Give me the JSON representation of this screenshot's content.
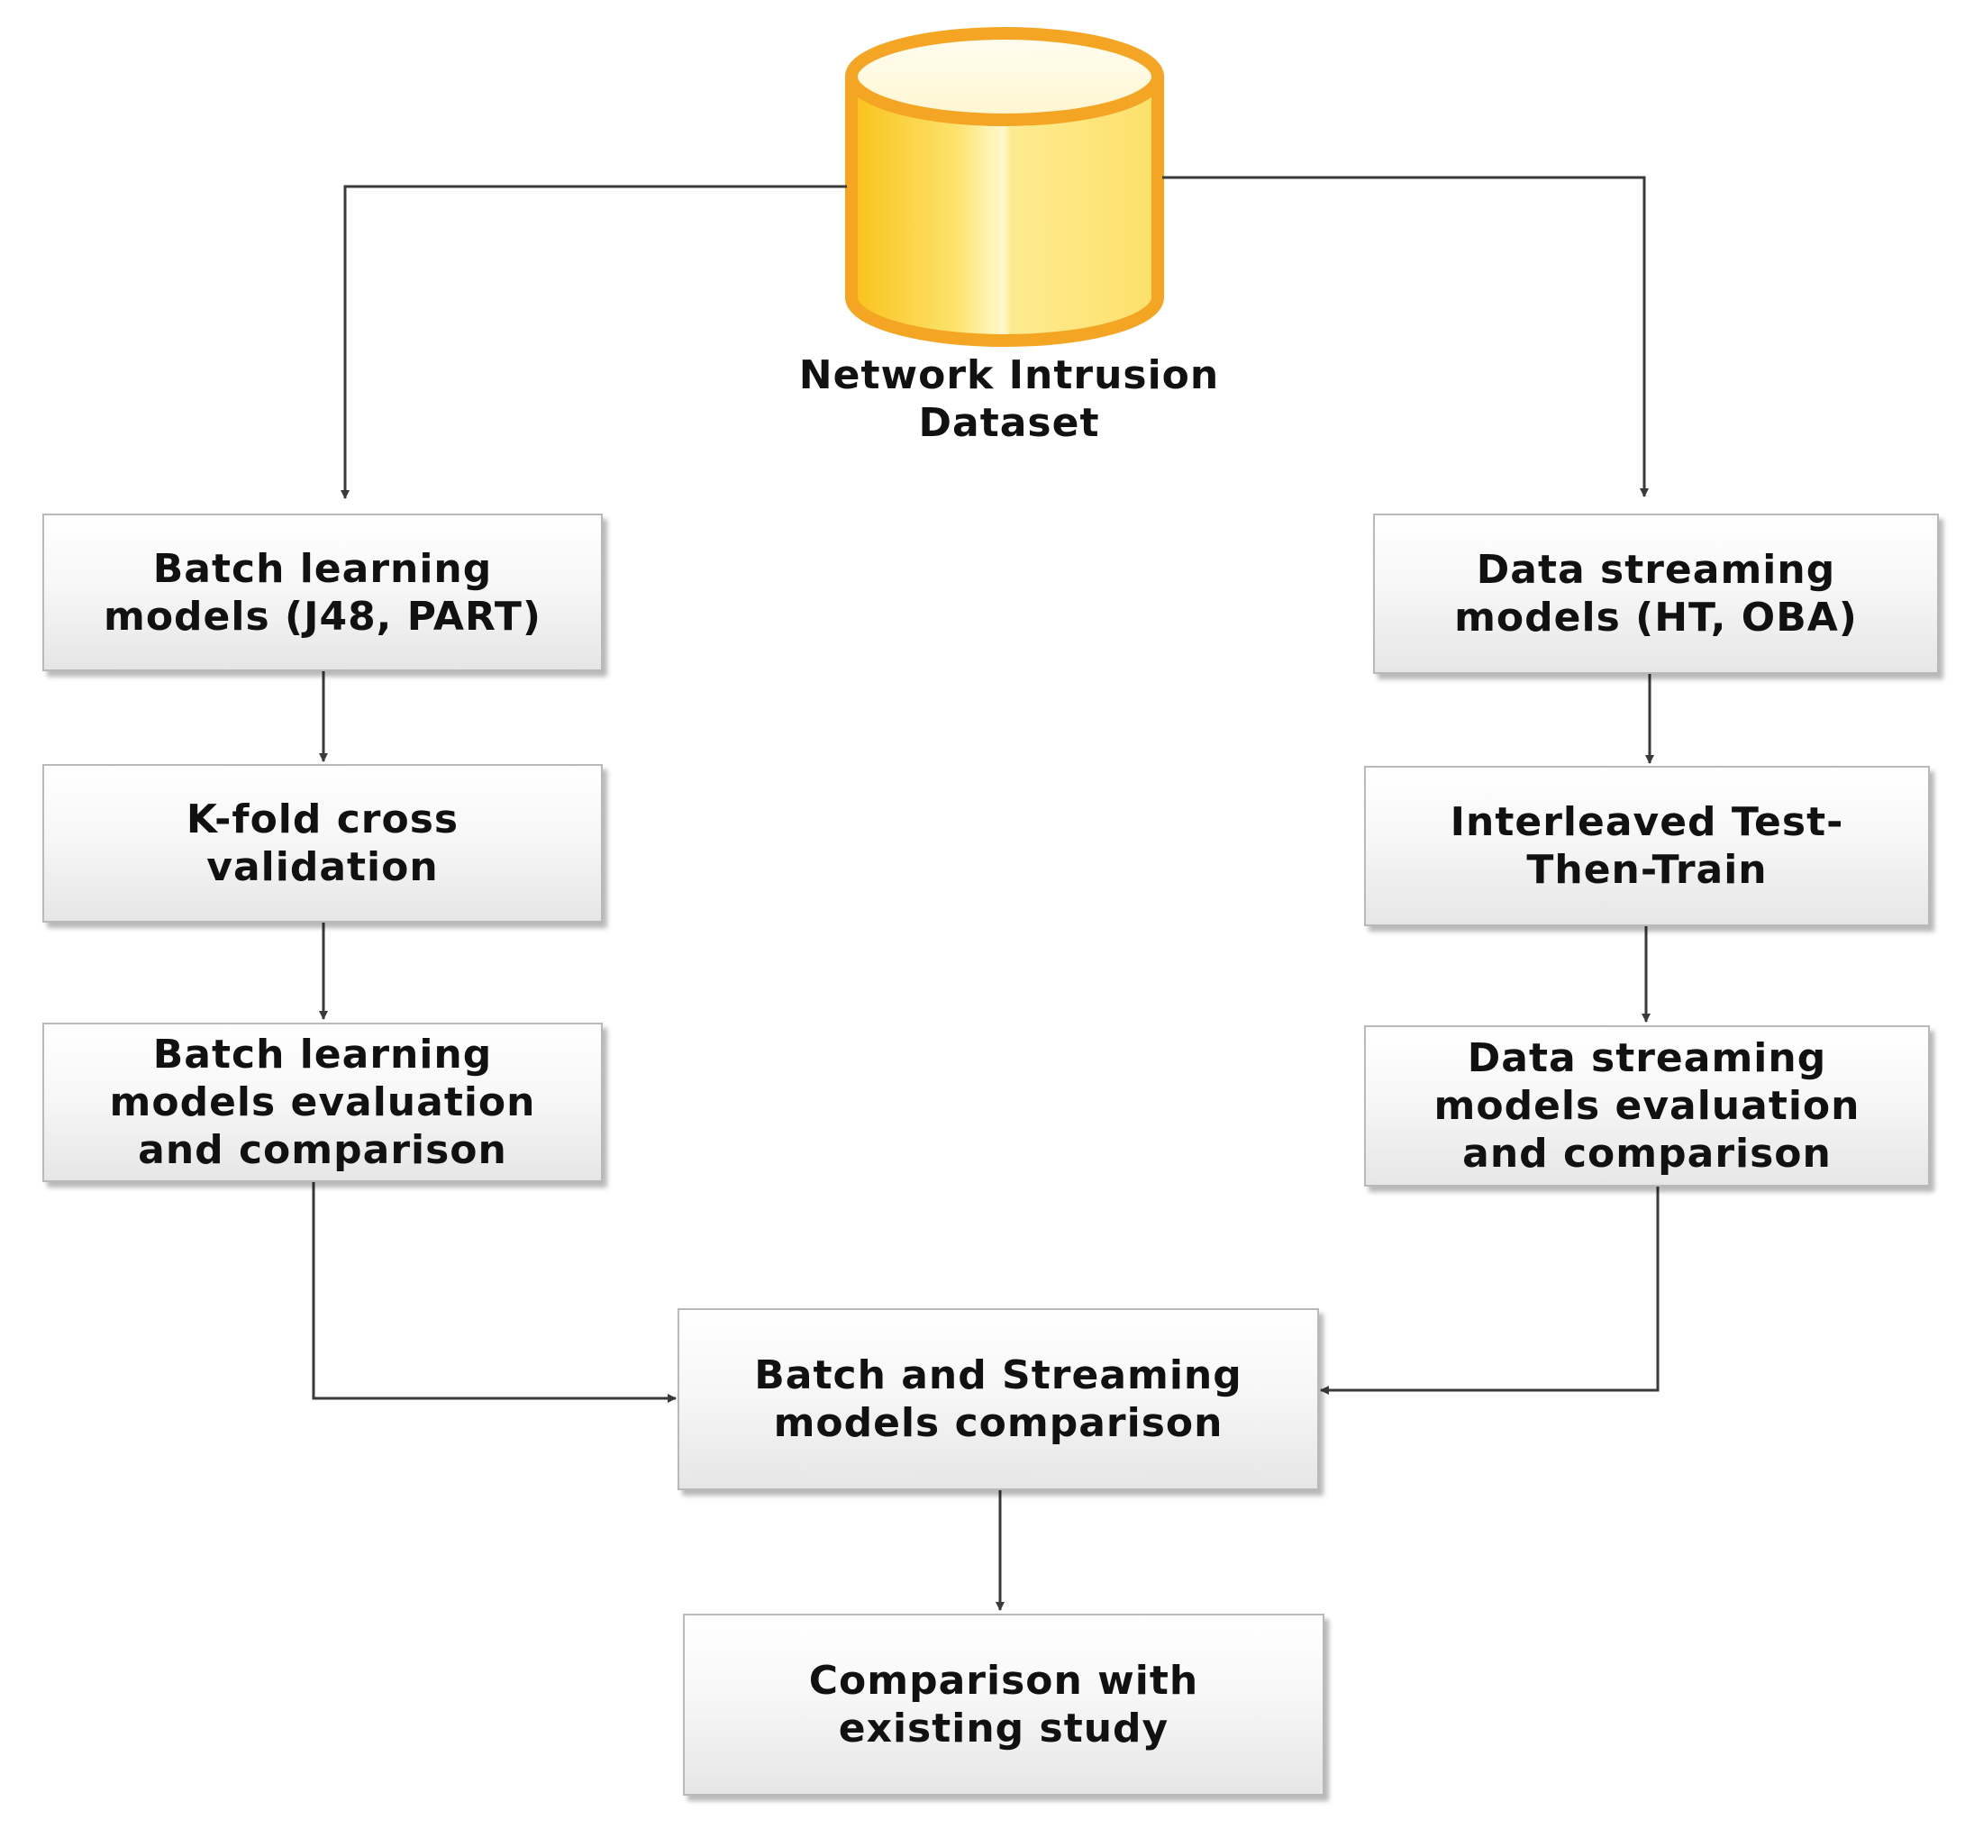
{
  "diagram": {
    "source": {
      "label": "Network Intrusion\nDataset",
      "icon": "database-cylinder-icon",
      "fill_color": "#fde36f",
      "outline_color": "#f4a523"
    },
    "batch_branch": {
      "models": "Batch learning\nmodels (J48, PART)",
      "validation": "K-fold cross\nvalidation",
      "evaluation": "Batch learning\nmodels evaluation\nand comparison"
    },
    "stream_branch": {
      "models": "Data streaming\nmodels (HT, OBA)",
      "validation": "Interleaved Test-\nThen-Train",
      "evaluation": "Data streaming\nmodels evaluation\nand comparison"
    },
    "merge": {
      "comparison": "Batch and Streaming\nmodels comparison",
      "final": "Comparison with\nexisting study"
    },
    "colors": {
      "connector": "#3a3a3a",
      "box_border": "#b9b9b9",
      "text": "#111111"
    }
  }
}
